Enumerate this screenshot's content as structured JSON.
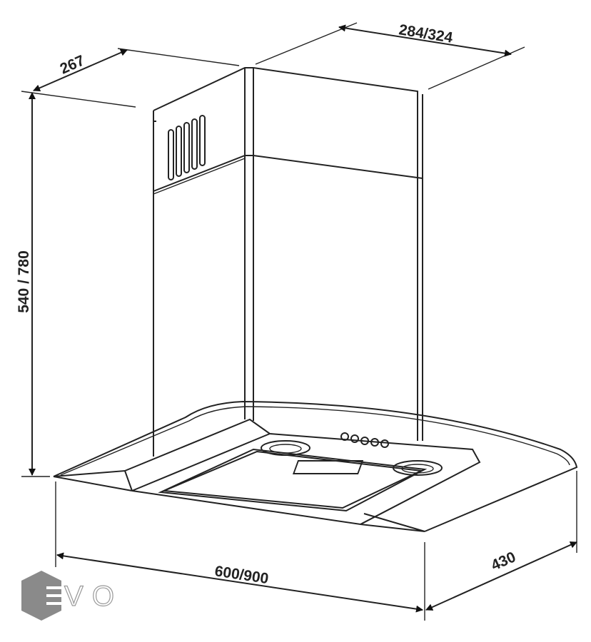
{
  "dimensions": {
    "depth_chimney": "267",
    "width_chimney": "284/324",
    "height": "540 / 780",
    "width_hood": "600/900",
    "depth_hood": "430"
  },
  "logo": {
    "text": "EVO",
    "color": "#8a8a8a"
  },
  "colors": {
    "line": "#222222"
  }
}
